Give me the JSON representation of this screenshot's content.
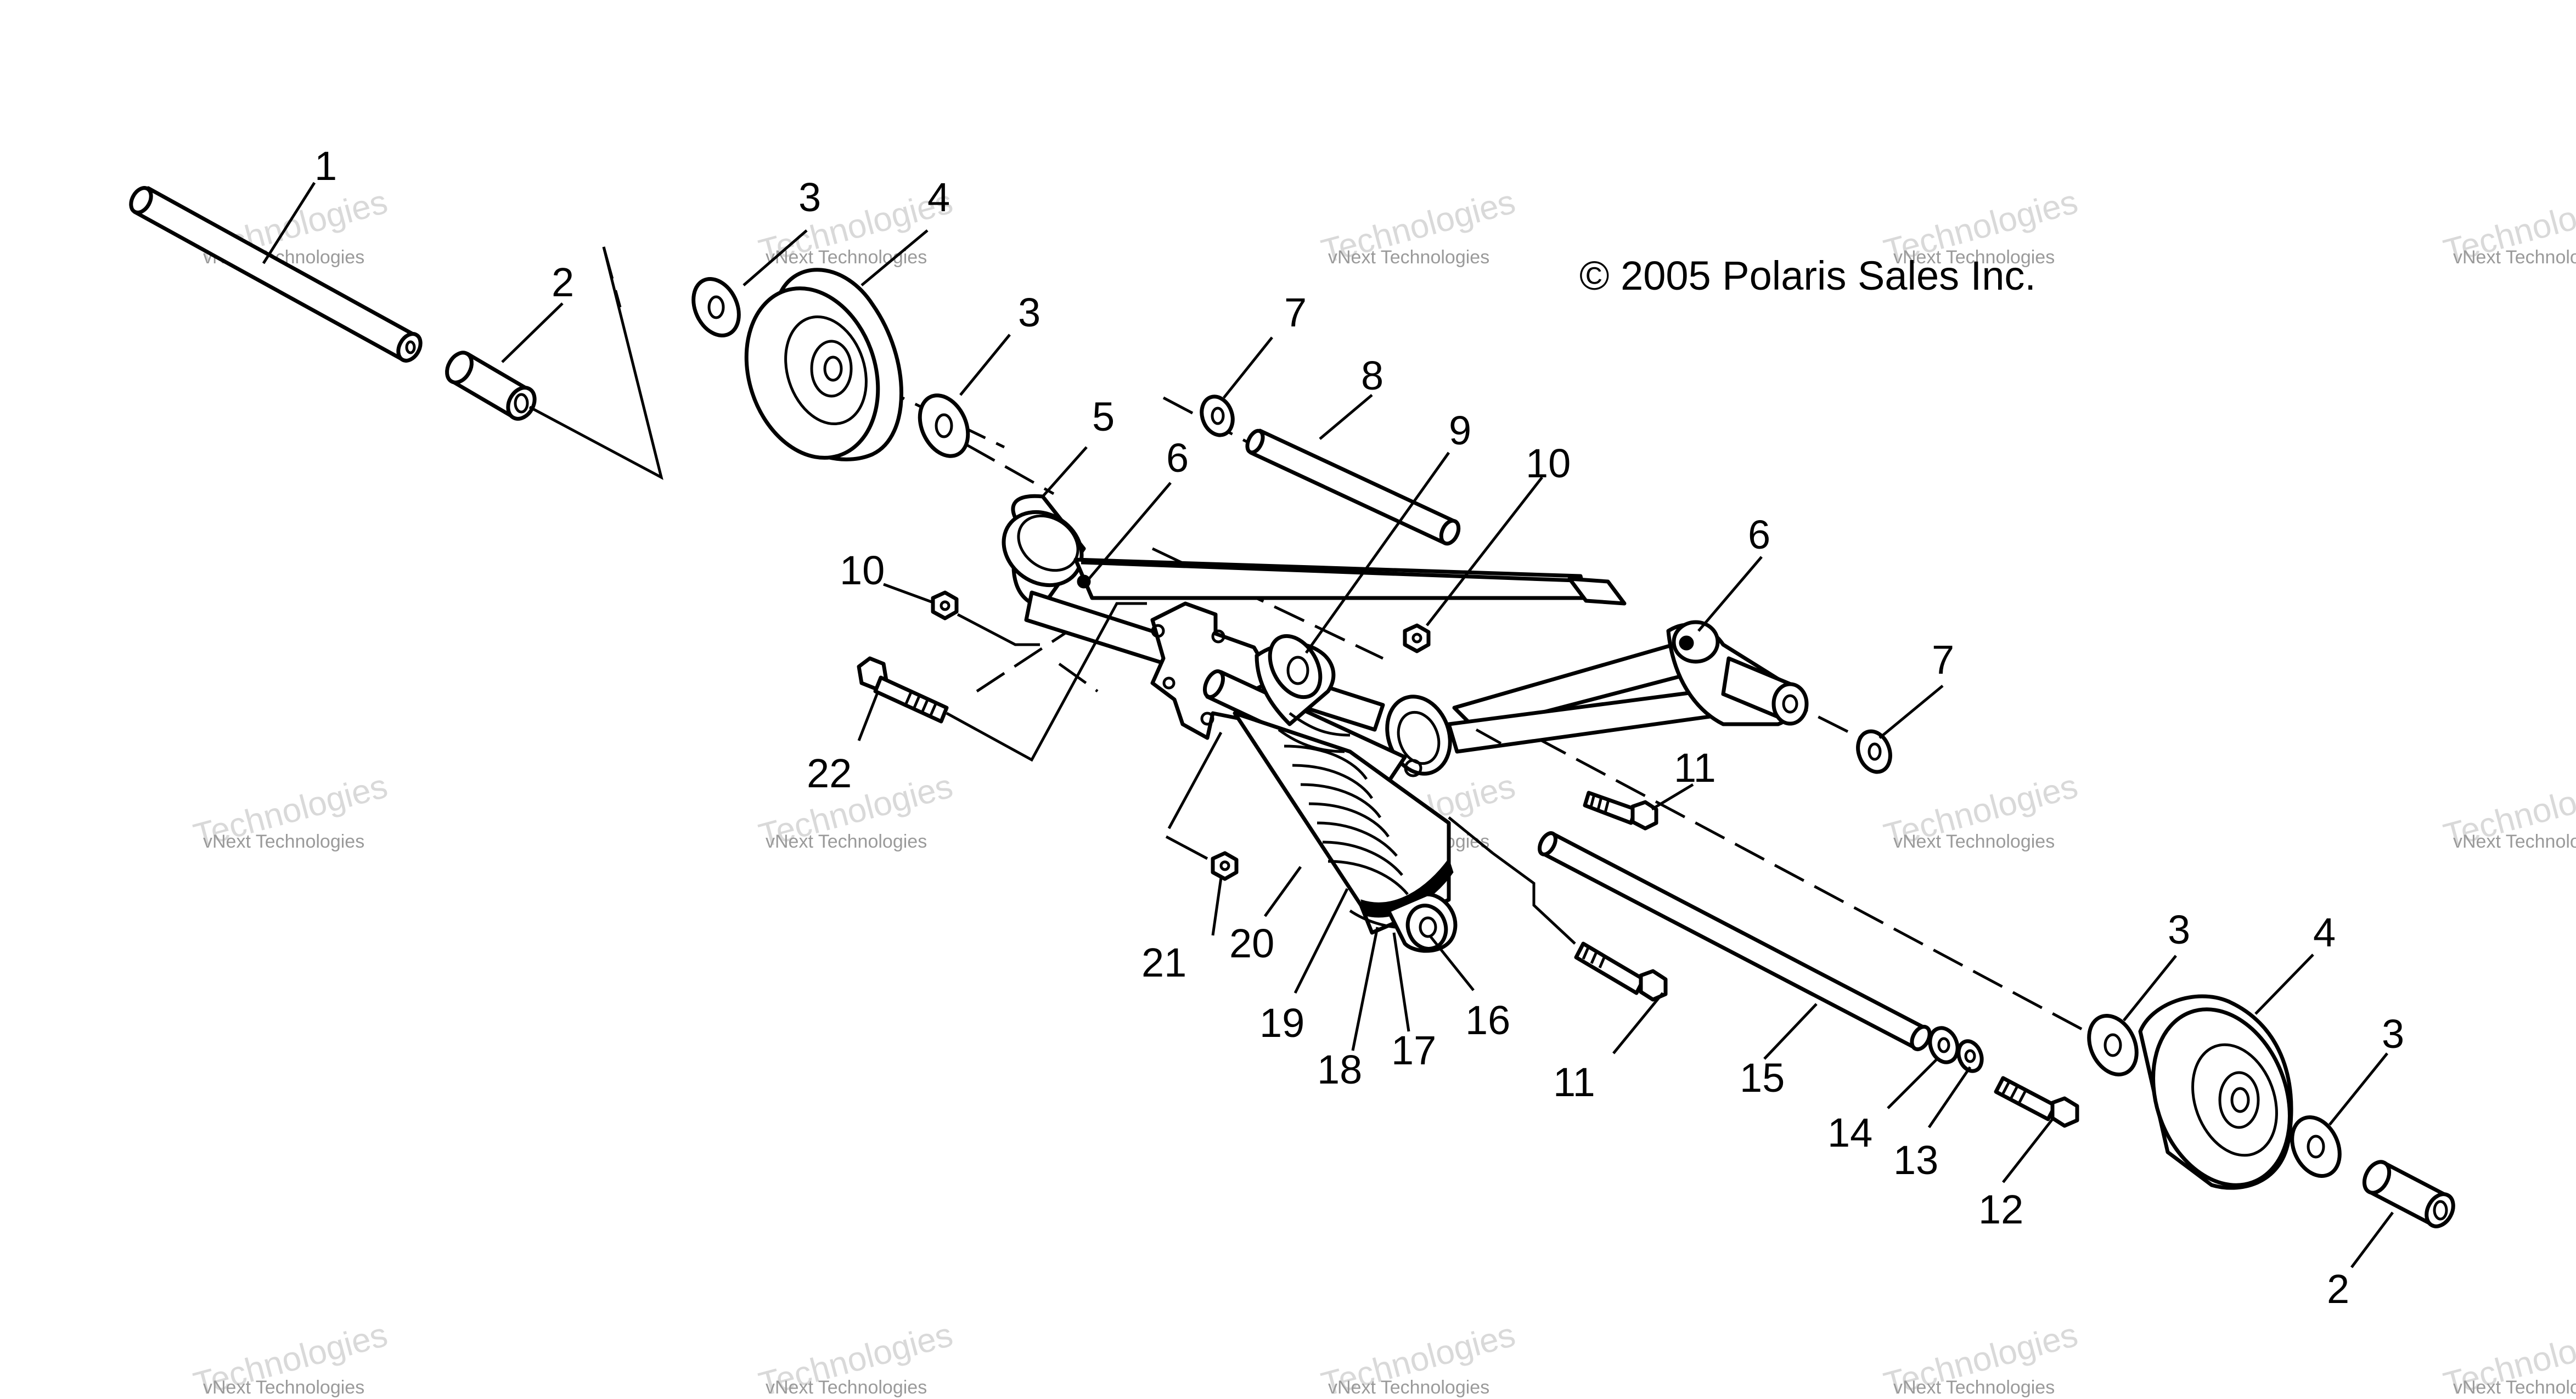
{
  "copyright": "© 2005 Polaris Sales Inc.",
  "watermark": {
    "line1": "vNext Technologies",
    "line2": "Technologies"
  },
  "callouts": {
    "c1": "1",
    "c2a": "2",
    "c2b": "2",
    "c3a": "3",
    "c3b": "3",
    "c3c": "3",
    "c3d": "3",
    "c4a": "4",
    "c4b": "4",
    "c5": "5",
    "c6a": "6",
    "c6b": "6",
    "c7a": "7",
    "c7b": "7",
    "c8": "8",
    "c9": "9",
    "c10a": "10",
    "c10b": "10",
    "c11a": "11",
    "c11b": "11",
    "c12": "12",
    "c13": "13",
    "c14": "14",
    "c15": "15",
    "c16": "16",
    "c17": "17",
    "c18": "18",
    "c19": "19",
    "c20": "20",
    "c21": "21",
    "c22": "22"
  }
}
